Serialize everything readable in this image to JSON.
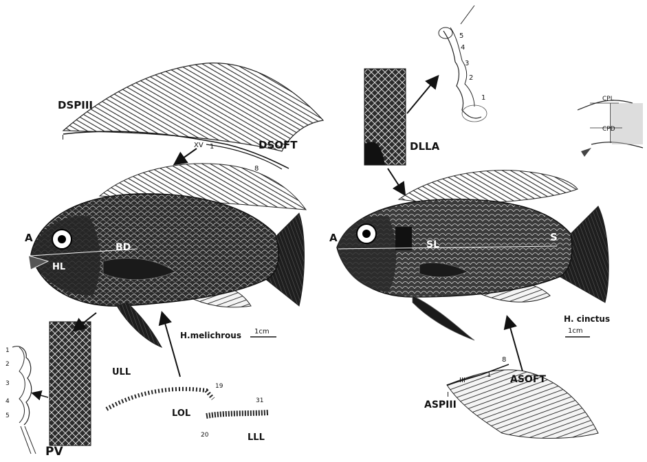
{
  "labels": {
    "dspiii": "DSPIII",
    "dsoft": "DSOFT",
    "dsp_start": "I",
    "dsp_end": "XV",
    "dsoft_start": "1",
    "dsoft_end": "8",
    "dlla": "DLLA",
    "dlla_nums": [
      "1",
      "2",
      "3",
      "4",
      "5"
    ],
    "cpl": "CPL",
    "cpd": "CPD",
    "a_left": "A",
    "a_right": "A",
    "bd": "BD",
    "hl": "HL",
    "sl": "SL",
    "s": "S",
    "species_left": "H.melichrous",
    "species_right": "H. cinctus",
    "scale_left": "1cm",
    "scale_right": "1cm",
    "ull": "ULL",
    "lol": "LOL",
    "lll": "LLL",
    "lol_end": "19",
    "lll_start": "20",
    "lll_end": "31",
    "pv": "PV",
    "pv_nums": [
      "1",
      "2",
      "3",
      "4",
      "5"
    ],
    "asoft": "ASOFT",
    "aspiii": "ASPIII",
    "asoft_start": "1",
    "asoft_end": "8",
    "asp_mid": "III",
    "asp_start": "I"
  }
}
